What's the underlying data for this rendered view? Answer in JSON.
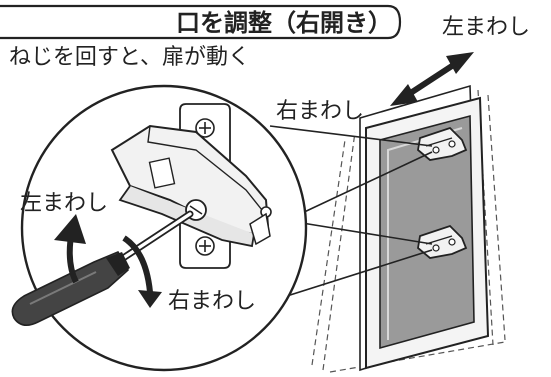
{
  "heading_fragment": "口を調整（右開き）",
  "instruction_fragment": "ねじを回すと、扉が動く",
  "labels": {
    "door_left_turn": "左まわし",
    "door_right_turn": "右まわし",
    "screw_left_turn": "左まわし",
    "screw_right_turn": "右まわし"
  },
  "colors": {
    "line": "#222222",
    "door_panel": "#9a9a9a",
    "door_frame": "#f4f4f4",
    "hinge_fill": "#f2f2f2"
  }
}
